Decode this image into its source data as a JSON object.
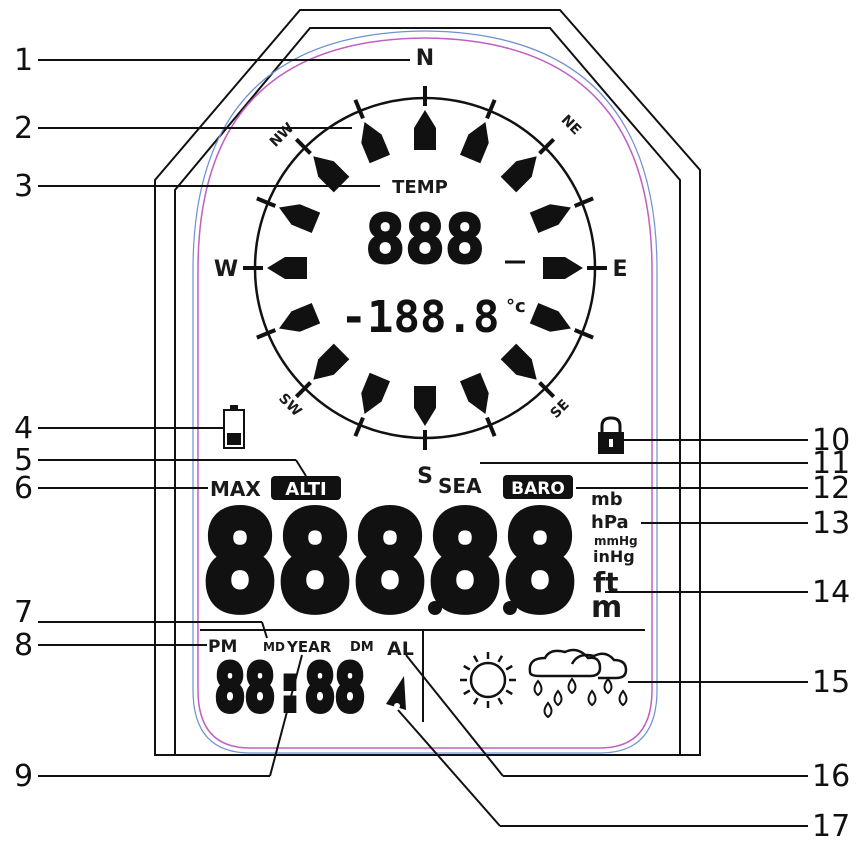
{
  "compass": {
    "n": "N",
    "nw": "NW",
    "ne": "NE",
    "w": "W",
    "e": "E",
    "sw": "SW",
    "se": "SE",
    "s": "S"
  },
  "temp": {
    "label": "TEMP",
    "top_digits": "888",
    "mid_digits": "-188.8",
    "unit": "°c"
  },
  "pressure": {
    "max_label": "MAX",
    "alti_label": "ALTI",
    "sea_label": "SEA",
    "baro_label": "BARO",
    "main_digits": "88888",
    "units": [
      "mb",
      "hPa",
      "mmHg",
      "inHg"
    ],
    "alt_units": [
      "ft",
      "m"
    ]
  },
  "clock": {
    "pm_label": "PM",
    "md_label": "MD",
    "year_label": "YEAR",
    "dm_label": "DM",
    "al_label": "AL",
    "digits": "88:88"
  },
  "callouts": [
    "1",
    "2",
    "3",
    "4",
    "5",
    "6",
    "7",
    "8",
    "9",
    "10",
    "11",
    "12",
    "13",
    "14",
    "15",
    "16",
    "17"
  ],
  "colors": {
    "outline": "#222222",
    "inner_pink": "#c060c0",
    "inner_blue": "#7090d0"
  }
}
